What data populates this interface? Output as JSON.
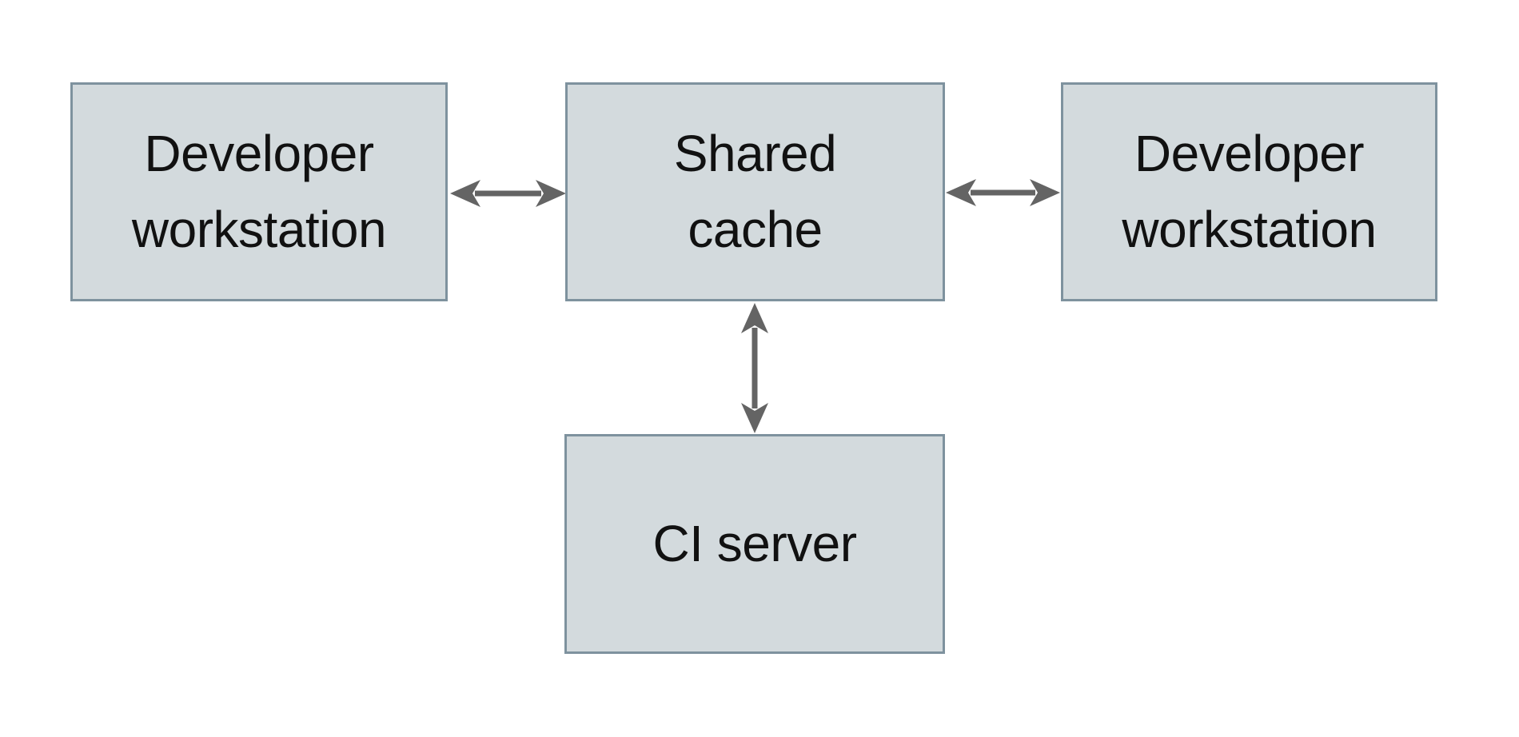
{
  "colors": {
    "background": "#ffffff",
    "box_fill": "#d3dadd",
    "box_border": "#7e929e",
    "arrow": "#646464",
    "text": "#111111"
  },
  "diagram": {
    "type": "architecture-diagram",
    "nodes": [
      {
        "id": "developer-workstation-left",
        "label": "Developer\nworkstation"
      },
      {
        "id": "shared-cache",
        "label": "Shared\ncache"
      },
      {
        "id": "developer-workstation-right",
        "label": "Developer\nworkstation"
      },
      {
        "id": "ci-server",
        "label": "CI server"
      }
    ],
    "edges": [
      {
        "from": "developer-workstation-left",
        "to": "shared-cache",
        "direction": "bidirectional"
      },
      {
        "from": "shared-cache",
        "to": "developer-workstation-right",
        "direction": "bidirectional"
      },
      {
        "from": "shared-cache",
        "to": "ci-server",
        "direction": "bidirectional"
      }
    ]
  }
}
